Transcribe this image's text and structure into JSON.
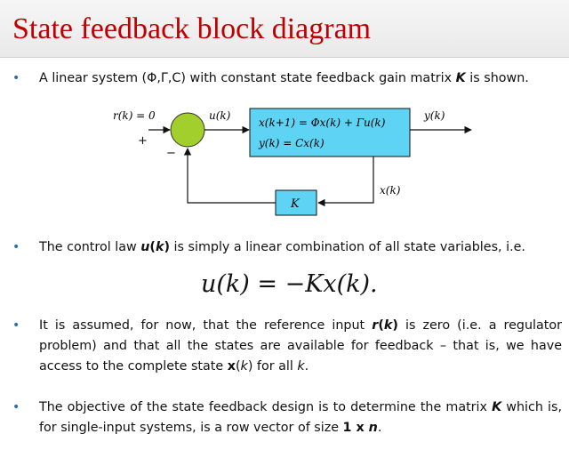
{
  "title": "State feedback block diagram",
  "bullet_char": "•",
  "bullets": [
    {
      "p1": "A linear system (Φ,Γ,C) with constant state feedback gain matrix ",
      "k": "K",
      "p2": " is shown."
    },
    {
      "p1": "The control law ",
      "u": "u",
      "paren_open": "(",
      "k": "k",
      "paren_close": ")",
      "p2": " is simply a linear combination of all state variables, i.e."
    },
    {
      "p1": "It is assumed, for now, that the reference input ",
      "r": "r",
      "paren_open": "(",
      "k": "k",
      "paren_close": ")",
      "p2": " is zero (i.e. a regulator problem) and that all the states are available for feedback – that is, we have access to the complete state ",
      "x": "x",
      "p3": "(",
      "k2": "k",
      "p4": ") for all ",
      "k3": "k",
      "p5": "."
    },
    {
      "p1": "The objective of the state feedback design is to determine the matrix ",
      "K": "K",
      "p2": " which is, for single-input systems, is a row vector of size ",
      "size": "1 x ",
      "n": "n",
      "p3": "."
    }
  ],
  "equation": "u(k) = −Kx(k).",
  "diagram": {
    "ref_label": "r(k) = 0",
    "plus": "+",
    "minus": "−",
    "u_label": "u(k)",
    "state_eq": "x(k+1) = Φx(k) + Γu(k)",
    "output_eq": "y(k) = Cx(k)",
    "y_label": "y(k)",
    "x_label": "x(k)",
    "gain": "K",
    "colors": {
      "plant_fill": "#5fd3f3",
      "summer_fill": "#a3cf2c",
      "gain_fill": "#5fd3f3"
    }
  },
  "colors": {
    "title": "#c00000",
    "bullet": "#2b6cb0"
  }
}
